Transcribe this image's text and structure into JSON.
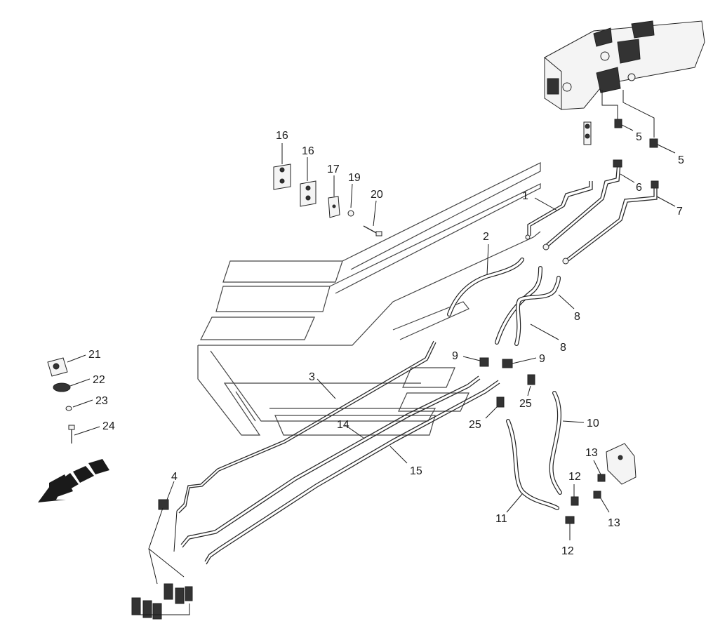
{
  "diagram": {
    "callouts": [
      {
        "id": "c5a",
        "text": "5"
      },
      {
        "id": "c5b",
        "text": "5"
      },
      {
        "id": "c16a",
        "text": "16"
      },
      {
        "id": "c16b",
        "text": "16"
      },
      {
        "id": "c17",
        "text": "17"
      },
      {
        "id": "c19",
        "text": "19"
      },
      {
        "id": "c20",
        "text": "20"
      },
      {
        "id": "c1",
        "text": "1"
      },
      {
        "id": "c6",
        "text": "6"
      },
      {
        "id": "c7",
        "text": "7"
      },
      {
        "id": "c2",
        "text": "2"
      },
      {
        "id": "c8a",
        "text": "8"
      },
      {
        "id": "c8b",
        "text": "8"
      },
      {
        "id": "c9a",
        "text": "9"
      },
      {
        "id": "c9b",
        "text": "9"
      },
      {
        "id": "c21",
        "text": "21"
      },
      {
        "id": "c22",
        "text": "22"
      },
      {
        "id": "c23",
        "text": "23"
      },
      {
        "id": "c24",
        "text": "24"
      },
      {
        "id": "c3",
        "text": "3"
      },
      {
        "id": "c25a",
        "text": "25"
      },
      {
        "id": "c25b",
        "text": "25"
      },
      {
        "id": "c10",
        "text": "10"
      },
      {
        "id": "c14",
        "text": "14"
      },
      {
        "id": "c15",
        "text": "15"
      },
      {
        "id": "c13a",
        "text": "13"
      },
      {
        "id": "c13b",
        "text": "13"
      },
      {
        "id": "c12a",
        "text": "12"
      },
      {
        "id": "c12b",
        "text": "12"
      },
      {
        "id": "c4",
        "text": "4"
      },
      {
        "id": "c11",
        "text": "11"
      }
    ],
    "direction_arrow": "front-direction-arrow"
  }
}
